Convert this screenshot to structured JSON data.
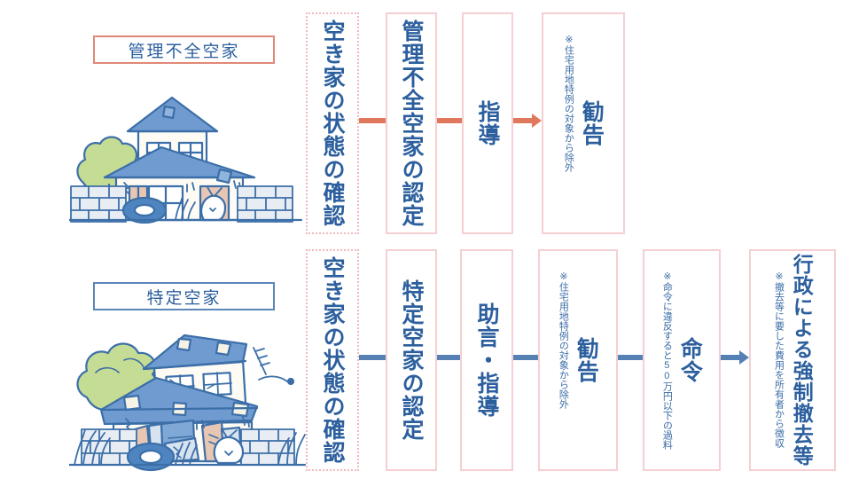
{
  "rows": [
    {
      "id": "kanri-fuzen",
      "chip_label": "管理不全空家",
      "accent": "#e0785e",
      "chip_border": "#e08878",
      "illustration": "intact-vacant-house-illustration",
      "steps": [
        {
          "title": "空き家の状態の確認",
          "note": ""
        },
        {
          "title": "管理不全空家の認定",
          "note": ""
        },
        {
          "title": "指導",
          "note": ""
        },
        {
          "title": "勧告",
          "note": "※住宅用地特例の対象から除外"
        }
      ]
    },
    {
      "id": "tokutei",
      "chip_label": "特定空家",
      "accent": "#5580b4",
      "chip_border": "#5b86b8",
      "illustration": "dilapidated-vacant-house-illustration",
      "steps": [
        {
          "title": "空き家の状態の確認",
          "note": ""
        },
        {
          "title": "特定空家の認定",
          "note": ""
        },
        {
          "title": "助言・指導",
          "note": ""
        },
        {
          "title": "勧告",
          "note": "※住宅用地特例の対象から除外"
        },
        {
          "title": "命令",
          "note": "※命令に違反すると50万円以下の過料"
        },
        {
          "title": "行政による強制撤去等",
          "note": "※撤去等に要した費用を所有者から徴収"
        }
      ]
    }
  ],
  "colors": {
    "box_border": "#f5cfd2",
    "dotted_border": "#f0b9bd",
    "text_blue": "#2c5f9e",
    "note_blue": "#3a6ca5",
    "accent_coral": "#e0785e",
    "accent_blue": "#5580b4",
    "roof_blue": "#6f9bd1",
    "wall_cream": "#fdfbf4",
    "tree_green": "#c5dc94",
    "brick_grey": "#e8edf3",
    "door_tan": "#e8c6b4"
  }
}
